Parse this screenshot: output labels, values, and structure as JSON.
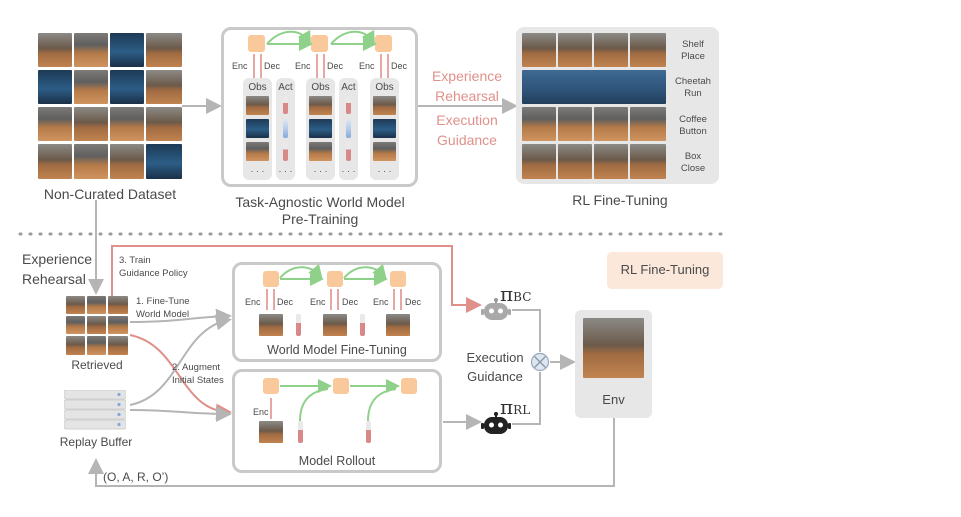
{
  "colors": {
    "pink": "#e0908a",
    "green": "#8fd08a",
    "orange_token": "#f9c99c",
    "gray_arrow": "#b5b5b5",
    "box_border": "#c9c9c9",
    "rl_badge_bg": "#fce8da"
  },
  "top": {
    "dataset_label": "Non-Curated Dataset",
    "pretrain_label_1": "Task-Agnostic World Model",
    "pretrain_label_2": "Pre-Training",
    "enc": "Enc",
    "dec": "Dec",
    "obs": "Obs",
    "act": "Act",
    "ellipsis": "· · ·",
    "experience_rehearsal": [
      "Experience",
      "Rehearsal"
    ],
    "execution_guidance": [
      "Execution",
      "Guidance"
    ],
    "finetune_label": "RL Fine-Tuning",
    "tasks": [
      [
        "Shelf",
        "Place"
      ],
      [
        "Cheetah",
        "Run"
      ],
      [
        "Coffee",
        "Button"
      ],
      [
        "Box",
        "Close"
      ]
    ]
  },
  "bottom": {
    "experience_rehearsal": [
      "Experience",
      "Rehearsal"
    ],
    "train_guidance": [
      "3. Train",
      "Guidance Policy"
    ],
    "fine_tune_wm": [
      "1. Fine-Tune",
      "World Model"
    ],
    "augment": [
      "2. Augment",
      "Initial States"
    ],
    "retrieved": "Retrieved",
    "replay_buffer": "Replay Buffer",
    "wm_finetuning": "World Model Fine-Tuning",
    "model_rollout": "Model Rollout",
    "enc": "Enc",
    "dec": "Dec",
    "pi": "π",
    "bc": "BC",
    "rl": "RL",
    "execution_guidance": [
      "Execution",
      "Guidance"
    ],
    "env": "Env",
    "transition": "(O, A, R, O’)",
    "rl_badge": "RL Fine-Tuning"
  },
  "icons": [
    "robot-icon",
    "robot-icon",
    "combine-icon",
    "database-icon"
  ]
}
